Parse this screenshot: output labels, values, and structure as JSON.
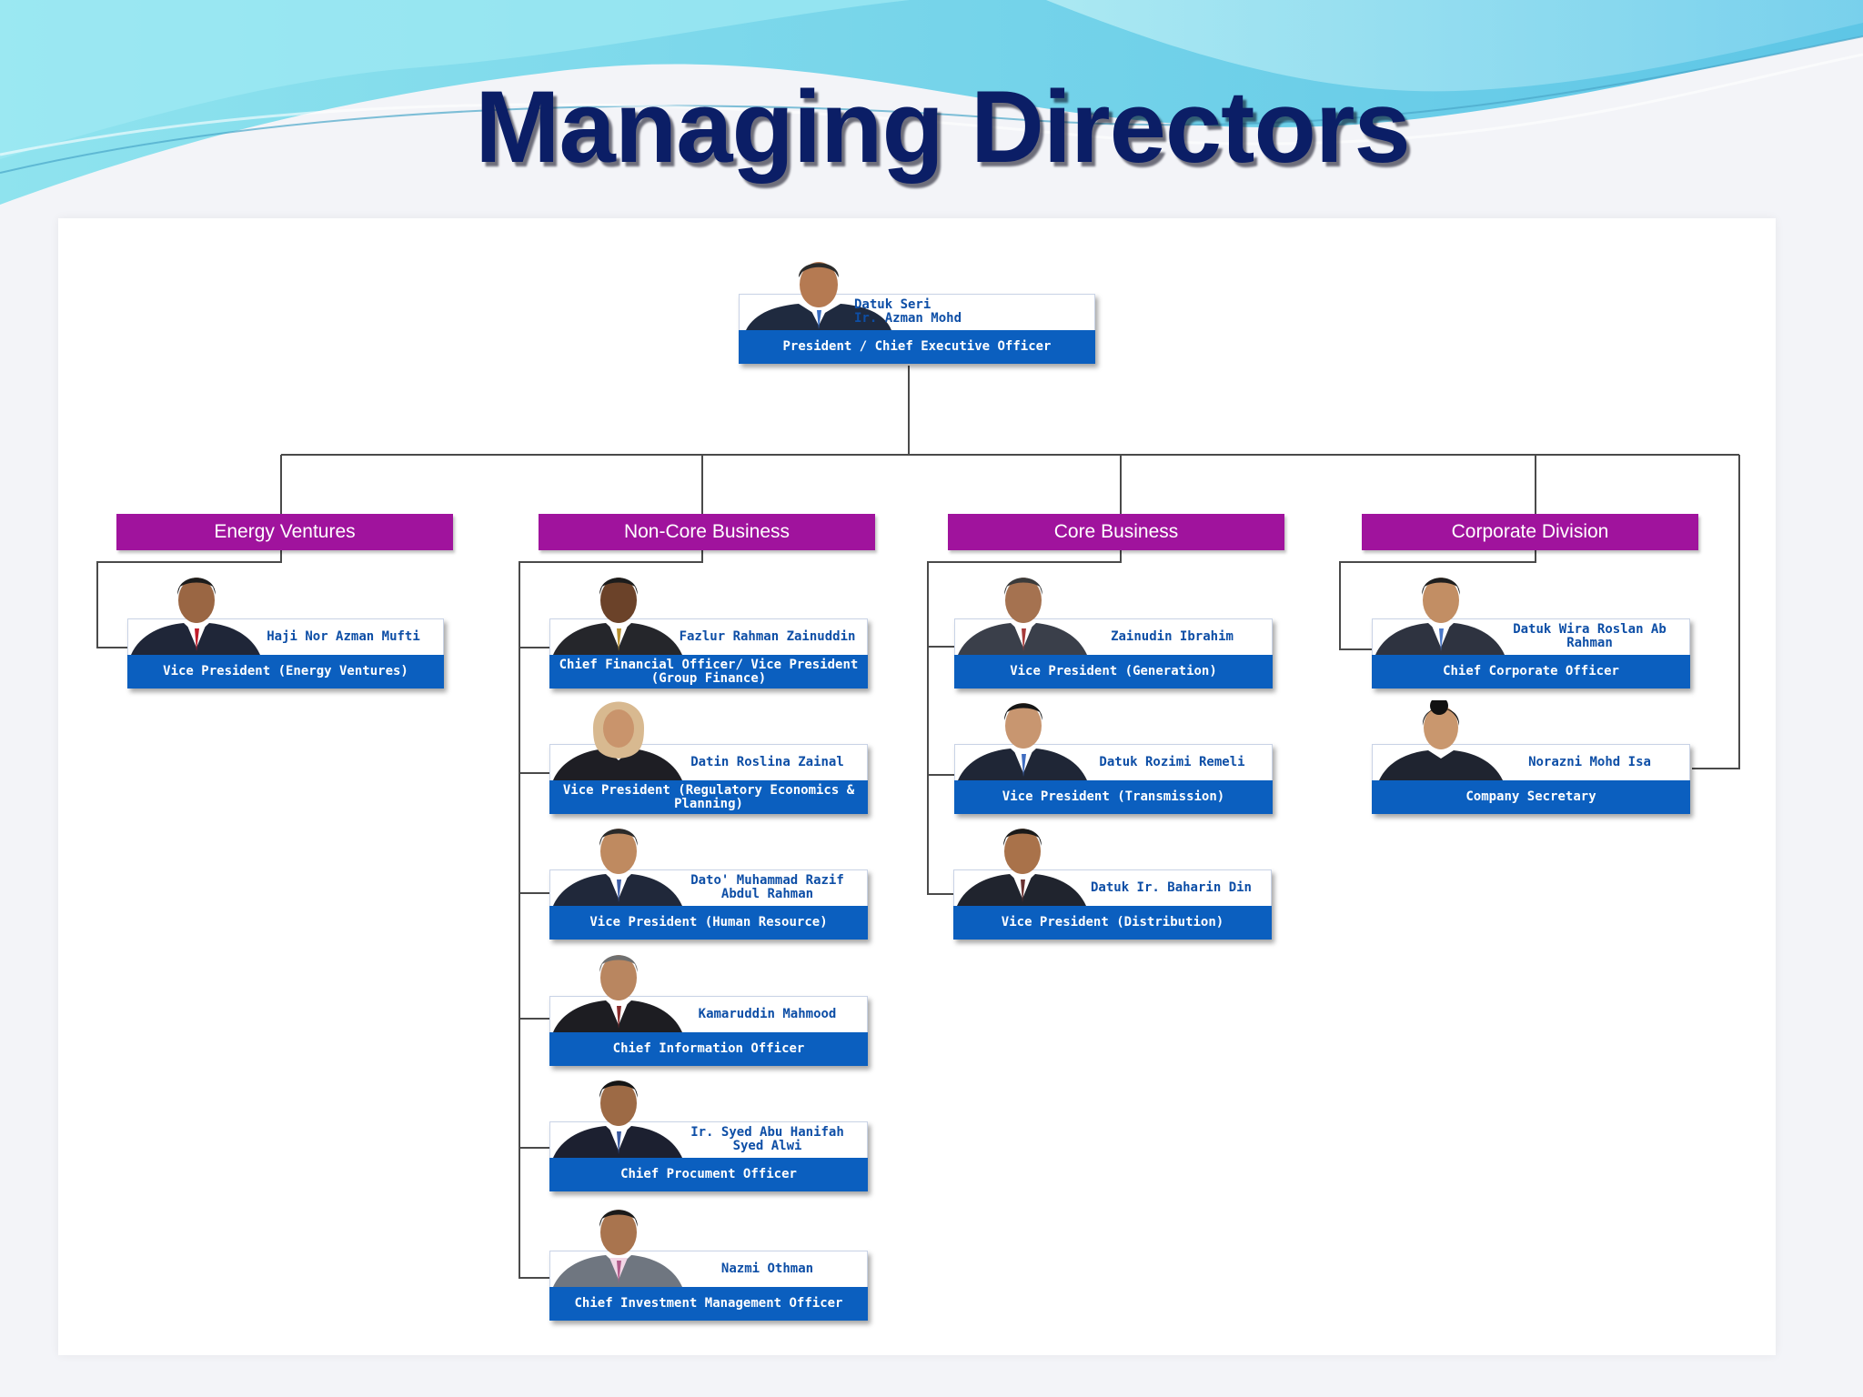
{
  "slide": {
    "title": "Managing Directors",
    "colors": {
      "title": "#0b1e66",
      "division_header": "#a0139d",
      "title_bar": "#0b5fbf",
      "name_text": "#0d4ea6",
      "wave_light": "#8fe3ee",
      "wave_dark": "#5ec6e6"
    }
  },
  "ceo": {
    "name": "Datuk Seri\nIr. Azman Mohd",
    "title": "President / Chief Executive Officer"
  },
  "divisions": [
    {
      "name": "Energy Ventures",
      "members": [
        {
          "name": "Haji Nor Azman Mufti",
          "title": "Vice President (Energy Ventures)"
        }
      ]
    },
    {
      "name": "Non-Core Business",
      "members": [
        {
          "name": "Fazlur Rahman Zainuddin",
          "title": "Chief Financial Officer/ Vice President (Group Finance)"
        },
        {
          "name": "Datin Roslina Zainal",
          "title": "Vice President (Regulatory Economics & Planning)"
        },
        {
          "name": "Dato' Muhammad Razif Abdul Rahman",
          "title": "Vice President (Human Resource)"
        },
        {
          "name": "Kamaruddin Mahmood",
          "title": "Chief Information Officer"
        },
        {
          "name": "Ir. Syed Abu Hanifah Syed Alwi",
          "title": "Chief Procument Officer"
        },
        {
          "name": "Nazmi Othman",
          "title": "Chief Investment Management Officer"
        }
      ]
    },
    {
      "name": "Core Business",
      "members": [
        {
          "name": "Zainudin Ibrahim",
          "title": "Vice President (Generation)"
        },
        {
          "name": "Datuk Rozimi Remeli",
          "title": "Vice President (Transmission)"
        },
        {
          "name": "Datuk Ir. Baharin Din",
          "title": "Vice President (Distribution)"
        }
      ]
    },
    {
      "name": "Corporate Division",
      "members": [
        {
          "name": "Datuk Wira Roslan Ab Rahman",
          "title": "Chief Corporate Officer"
        },
        {
          "name": "Norazni Mohd Isa",
          "title": "Company Secretary"
        }
      ]
    }
  ]
}
